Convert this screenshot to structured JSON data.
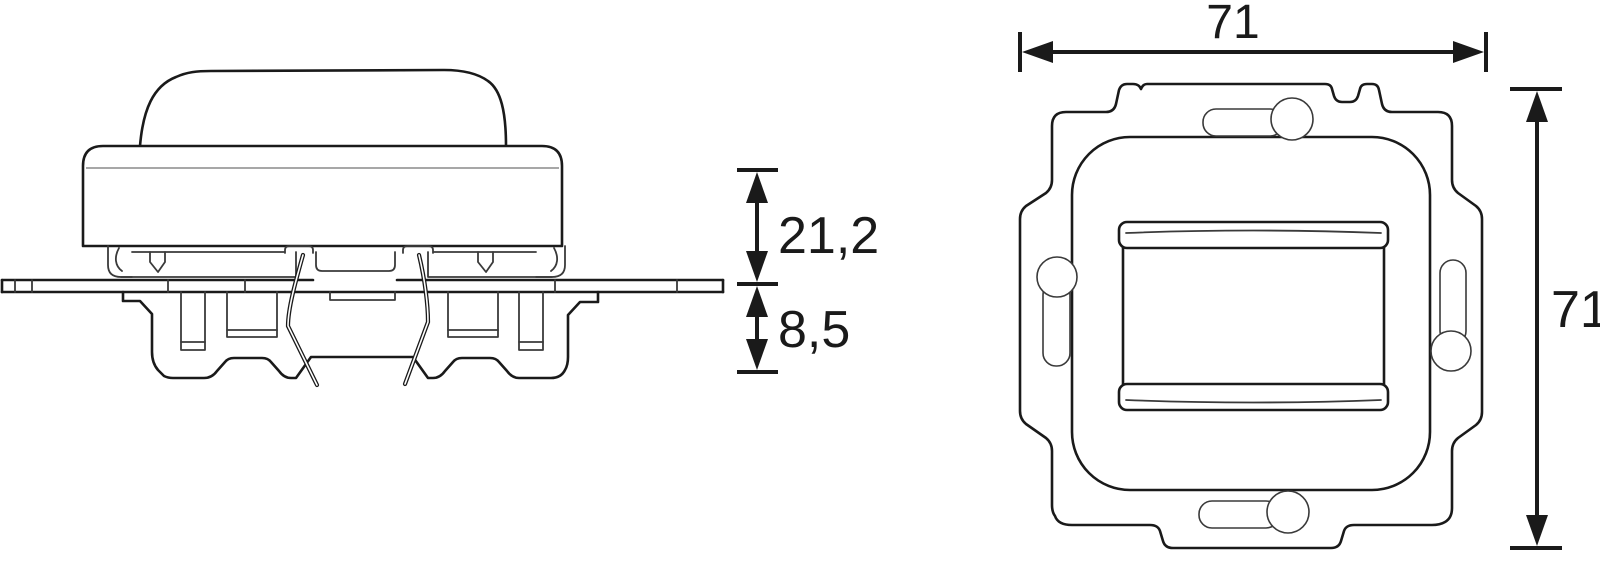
{
  "colors": {
    "ink": "#1a1a1a",
    "background": "#ffffff"
  },
  "drawing": {
    "side_view": {
      "label_upper_depth": "21,2",
      "label_lower_depth": "8,5"
    },
    "front_view": {
      "label_width": "71",
      "label_height": "71"
    }
  }
}
